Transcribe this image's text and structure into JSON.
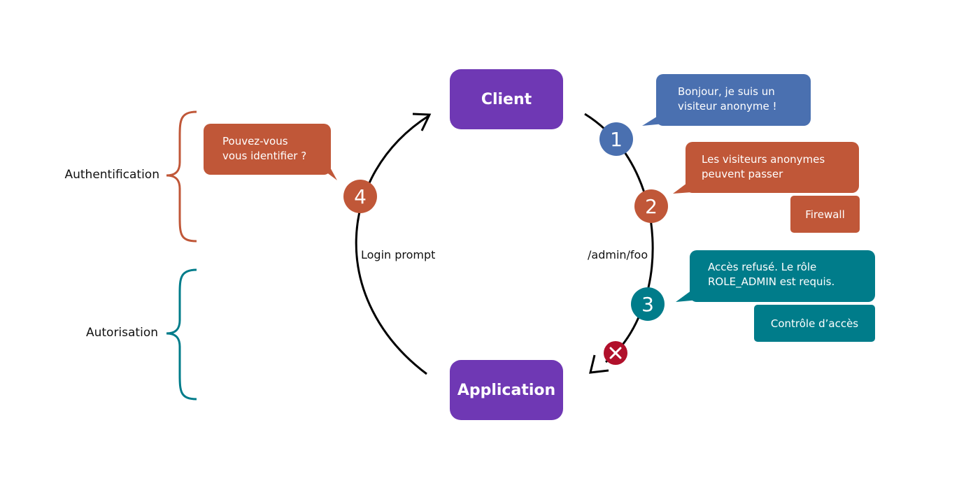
{
  "colors": {
    "node": "#6f38b4",
    "blue": "#4a70b0",
    "orange": "#c05738",
    "teal": "#007c8a",
    "red": "#b1102b",
    "line": "#000000"
  },
  "nodes": {
    "client": "Client",
    "application": "Application"
  },
  "steps": {
    "s1": {
      "number": "1",
      "bubble": [
        "Bonjour, je suis un",
        "visiteur anonyme !"
      ]
    },
    "s2": {
      "number": "2",
      "bubble": [
        "Les visiteurs anonymes",
        "peuvent passer"
      ],
      "tag": "Firewall"
    },
    "s3": {
      "number": "3",
      "bubble": [
        "Accès refusé. Le rôle",
        "ROLE_ADMIN est requis."
      ],
      "tag": "Contrôle d’accès"
    },
    "s4": {
      "number": "4",
      "bubble": [
        "Pouvez-vous",
        "vous identifier ?"
      ]
    }
  },
  "edges": {
    "request_label": "/admin/foo",
    "response_label": "Login prompt"
  },
  "sections": {
    "authentication": "Authentification",
    "authorization": "Autorisation"
  },
  "icons": {
    "denied": "close-icon"
  }
}
